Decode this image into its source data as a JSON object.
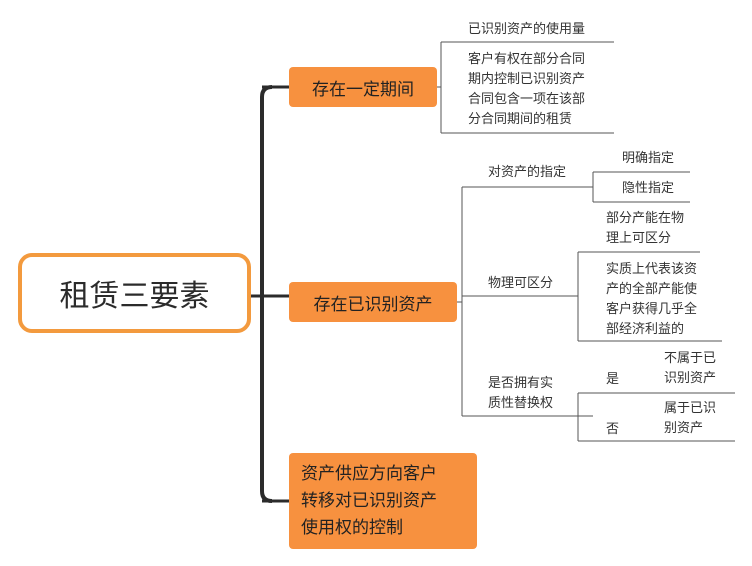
{
  "root": "租赁三要素",
  "branches": [
    {
      "label": "存在一定期间",
      "children": [
        "已识别资产的使用量",
        "客户有权在部分合同\n期内控制已识别资产\n合同包含一项在该部\n分合同期间的租赁"
      ]
    },
    {
      "label": "存在已识别资产",
      "children": [
        {
          "label": "对资产的指定",
          "children": [
            "明确指定",
            "隐性指定"
          ]
        },
        {
          "label": "物理可区分",
          "children": [
            "部分产能在物\n理上可区分",
            "实质上代表该资\n产的全部产能使\n客户获得几乎全\n部经济利益的"
          ]
        },
        {
          "label": "是否拥有实\n质性替换权",
          "children": [
            {
              "label": "是",
              "result": "不属于已\n识别资产"
            },
            {
              "label": "否",
              "result": "属于已识\n别资产"
            }
          ]
        }
      ]
    },
    {
      "label": "资产供应方向客户\n转移对已识别资产\n使用权的控制",
      "children": []
    }
  ],
  "colors": {
    "accent": "#f7913f",
    "root_border": "#f39a3e",
    "main_line": "#2b2b2b",
    "line": "#555555"
  }
}
